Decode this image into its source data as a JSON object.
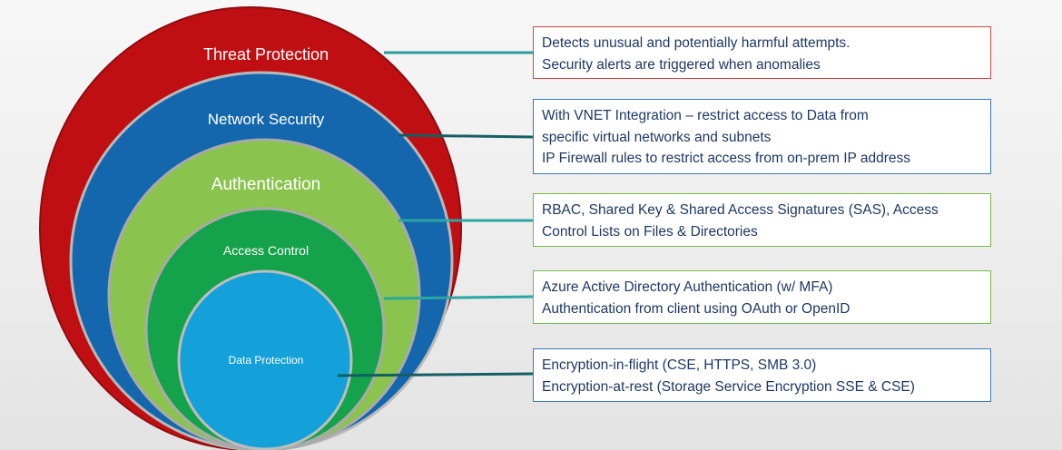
{
  "layers": [
    {
      "label": "Threat Protection",
      "color": "#c00f13",
      "lines": [
        "Detects unusual and potentially harmful attempts.",
        "Security alerts are triggered when anomalies"
      ]
    },
    {
      "label": "Network Security",
      "color": "#1467ad",
      "lines": [
        "With VNET Integration – restrict access to Data from",
        "specific virtual networks and subnets",
        "IP Firewall rules to restrict access from on-prem IP address"
      ]
    },
    {
      "label": "Authentication",
      "color": "#8bc34f",
      "lines": [
        "RBAC, Shared Key & Shared Access Signatures (SAS), Access",
        "Control Lists on Files & Directories"
      ]
    },
    {
      "label": "Access Control",
      "color": "#14a24a",
      "lines": [
        "Azure Active Directory Authentication (w/ MFA)",
        "Authentication from client using OAuth or OpenID"
      ]
    },
    {
      "label": "Data Protection",
      "color": "#14a0d8",
      "lines": [
        "Encryption-in-flight (CSE, HTTPS, SMB 3.0)",
        "Encryption-at-rest (Storage Service Encryption SSE & CSE)"
      ]
    }
  ]
}
